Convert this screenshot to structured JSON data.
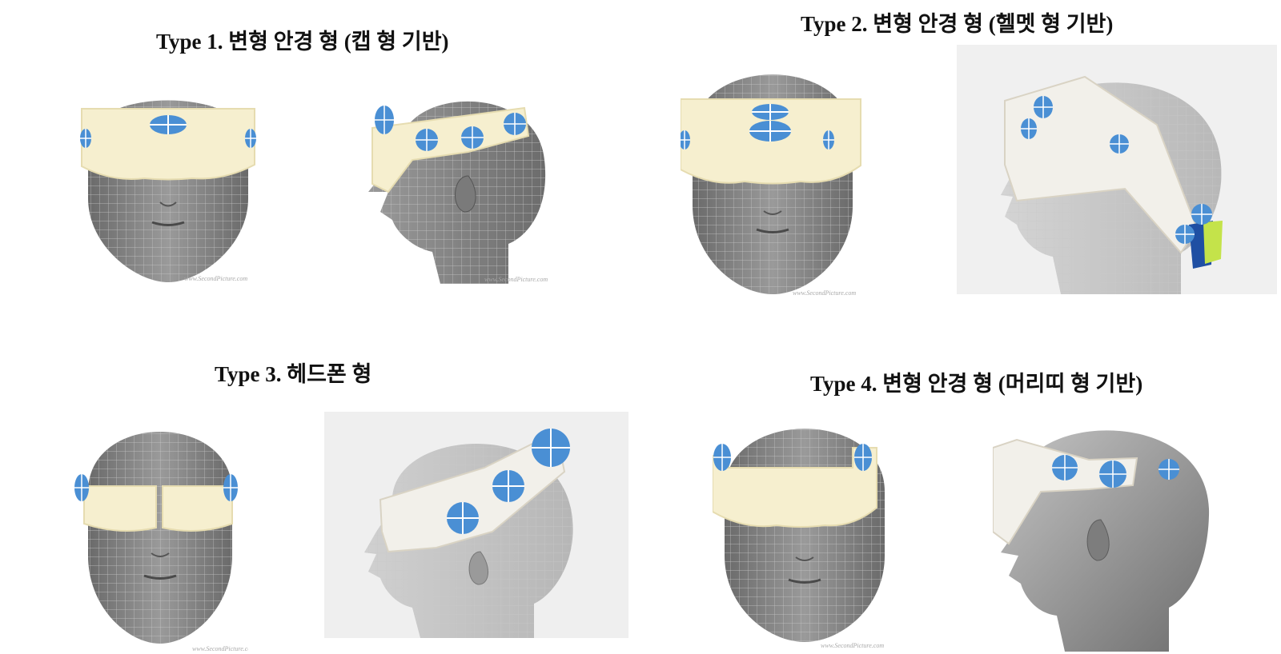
{
  "figure": {
    "types": [
      {
        "id": "type1",
        "title": "Type 1. 변형 안경 형 (캡 형 기반)"
      },
      {
        "id": "type2",
        "title": "Type 2. 변형 안경 형 (헬멧 형 기반)"
      },
      {
        "id": "type3",
        "title": "Type 3. 헤드폰 형"
      },
      {
        "id": "type4",
        "title": "Type 4. 변형 안경 형 (머리띠 형 기반)"
      }
    ],
    "watermark": "www.SecondPicture.com"
  },
  "colors": {
    "head_gray": "#8c8c8c",
    "head_dark": "#5e5e5e",
    "grid_line": "#c9c9c9",
    "mask_fill": "#f6efcf",
    "mask_edge": "#e6dcb0",
    "electrode_blue": "#4a8fd4",
    "electrode_line": "#ffffff",
    "band_white": "#f2f0ea",
    "side_block_blue": "#1f4fa3",
    "side_block_green": "#c4e34a"
  }
}
